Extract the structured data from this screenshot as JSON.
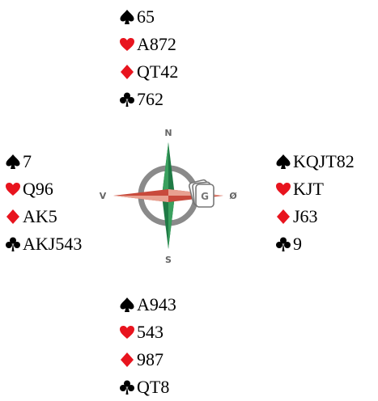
{
  "hands": {
    "north": {
      "spades": "65",
      "hearts": "A872",
      "diamonds": "QT42",
      "clubs": "762"
    },
    "west": {
      "spades": "7",
      "hearts": "Q96",
      "diamonds": "AK5",
      "clubs": "AKJ543"
    },
    "east": {
      "spades": "KQJT82",
      "hearts": "KJT",
      "diamonds": "J63",
      "clubs": "9"
    },
    "south": {
      "spades": "A943",
      "hearts": "543",
      "diamonds": "987",
      "clubs": "QT8"
    }
  },
  "compass": {
    "north_label": "N",
    "south_label": "S",
    "west_label": "V",
    "east_label": "Ø",
    "dealer_badge": "G"
  },
  "colors": {
    "black_suit": "#000000",
    "red_suit": "#e8141e",
    "north_south_needle": "#1f7a45",
    "west_needle": "#c84a3c",
    "ring": "#8a8a8a"
  },
  "icons": {
    "spades": "spade-icon",
    "hearts": "heart-icon",
    "diamonds": "diamond-icon",
    "clubs": "club-icon"
  }
}
